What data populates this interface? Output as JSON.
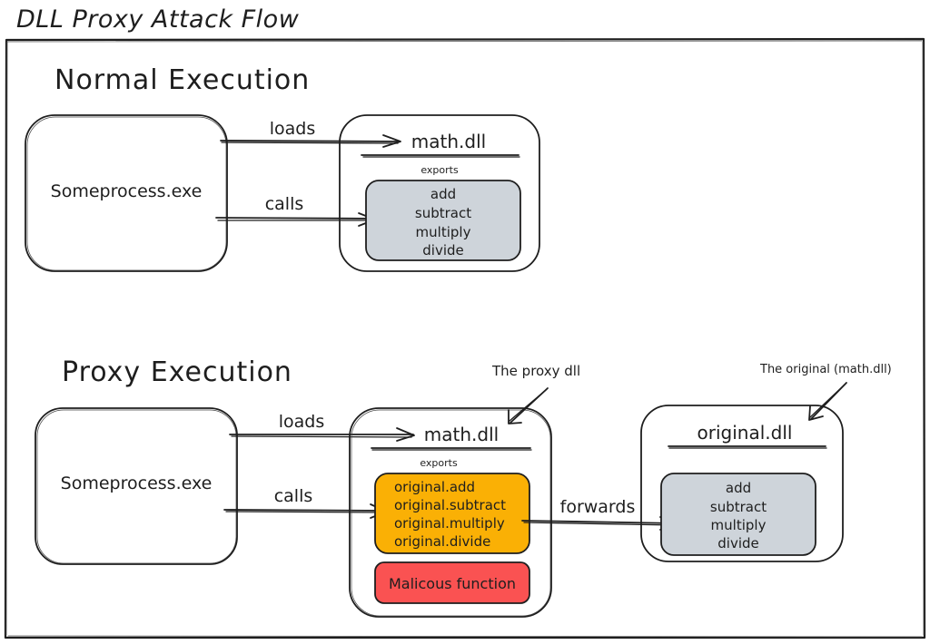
{
  "title": "DLL Proxy Attack Flow",
  "colors": {
    "ink": "#1e1e1e",
    "exports_gray": "#ced4da",
    "proxy_exports_orange": "#fab005",
    "malicious_red": "#fa5252",
    "background": "#ffffff"
  },
  "normal": {
    "heading": "Normal Execution",
    "process": "Someprocess.exe",
    "edge_loads": "loads",
    "edge_calls": "calls",
    "dll": {
      "name": "math.dll",
      "exports_label": "exports",
      "exports": [
        "add",
        "subtract",
        "multiply",
        "divide"
      ]
    }
  },
  "proxy": {
    "heading": "Proxy Execution",
    "process": "Someprocess.exe",
    "edge_loads": "loads",
    "edge_calls": "calls",
    "edge_forwards": "forwards",
    "proxy_dll": {
      "annotation": "The proxy dll",
      "name": "math.dll",
      "exports_label": "exports",
      "exports": [
        "original.add",
        "original.subtract",
        "original.multiply",
        "original.divide"
      ],
      "malicious": "Malicous function"
    },
    "original_dll": {
      "annotation": "The original (math.dll)",
      "name": "original.dll",
      "exports": [
        "add",
        "subtract",
        "multiply",
        "divide"
      ]
    }
  }
}
